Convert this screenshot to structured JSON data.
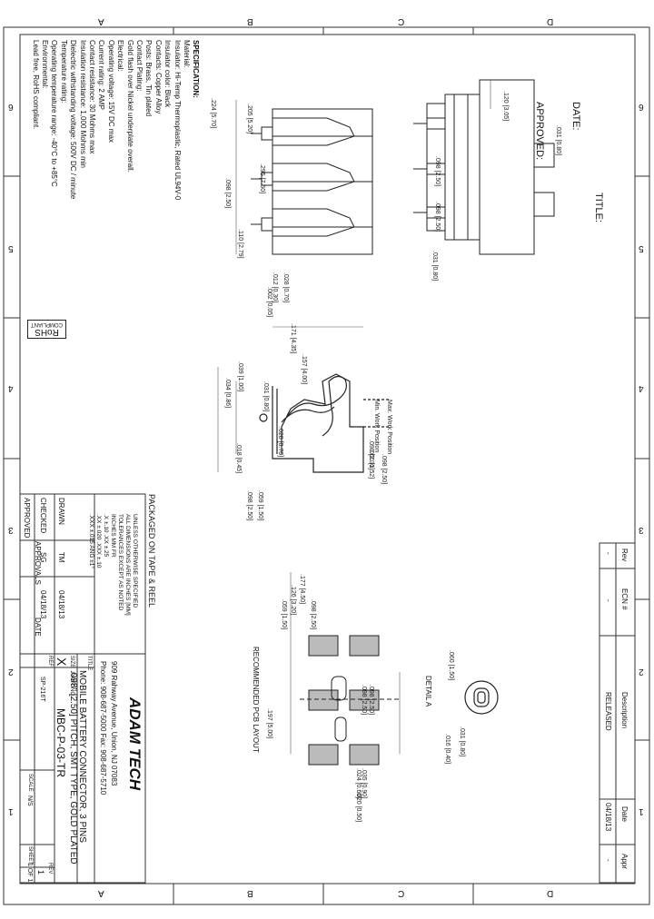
{
  "border": {
    "columns_top": [
      "D",
      "C",
      "B",
      "A"
    ],
    "columns_bottom": [
      "D",
      "C",
      "B",
      "A"
    ],
    "rows_left": [
      "6",
      "5",
      "4",
      "3",
      "2",
      "1"
    ],
    "rows_right": [
      "6",
      "5",
      "4",
      "3",
      "2",
      "1"
    ]
  },
  "approval": {
    "approved": "APPROVED:",
    "date": "DATE:",
    "title": "TITLE:"
  },
  "specification": {
    "heading": "SPECIFICATION:",
    "lines": [
      "Material:",
      "Insulator: Hi-Temp Thermoplastic, Rated UL94V-0",
      "Insulator color: Black",
      "Contacts: Copper Alloy",
      "Posts: Brass, Tin plated",
      "Contact Plating:",
      "Gold flash over Nickel underplate overall.",
      "Electrical:",
      "Operating voltage: 15V DC max",
      "Current rating: 2 AMP",
      "Contact resistance: 30 Mohms max",
      "Insulation resistance: 1,000 Mohms min",
      "Dielectric withstanding voltage: 500V DC / minute",
      "Temperature rating:",
      "Operating temperature range: -40°C to +85°C",
      "Environmental:",
      "Lead free, RoHS compliant."
    ]
  },
  "rohs": {
    "label": "RoHS",
    "sub": "COMPLIANT"
  },
  "packaged": "PACKAGED ON TAPE & REEL",
  "tolerance_note": [
    "UNLESS OTHERWISE SPECIFIED",
    "ALL DIMENSIONS ARE INCHES [MM]",
    "TOLERANCES EXCEPT AS NOTED",
    "INCHES      MM      FR",
    ".X    ±.10      .XX   ±.25",
    ".XX   ±.020     .XXX  ±.10",
    ".XXX  ±.015     ANG   ±1°"
  ],
  "approvals": {
    "headers": [
      "APPROVALS",
      "DATE"
    ],
    "rows": [
      {
        "label": "DRAWN",
        "name": "TM",
        "date": "04/18/13"
      },
      {
        "label": "CHECKED",
        "name": "SG",
        "date": "04/18/13"
      },
      {
        "label": "APPROVED",
        "name": "",
        "date": ""
      }
    ]
  },
  "company": {
    "name": "ADAM TECH",
    "address": "909 Rahway Avenue, Union, NJ 07083",
    "phone": "Phone: 908-687-5000 Fax: 908-687-5710"
  },
  "title_block": {
    "title_label": "TITLE",
    "title_line1": "MOBILE BATTERY CONNECTOR, 3 PINS",
    "title_line2": ".098\" [2.50] PITCH, SMT TYPE, GOLD PLATED",
    "size_label": "SIZE",
    "size": "X",
    "part_label": "PART NO.",
    "part_no": "MBC-P-03-TR",
    "rev_label": "REV",
    "rev": "1",
    "ref_label": "REF",
    "ref": "SP-216T",
    "scale_label": "SCALE",
    "scale": "N/S",
    "sheet_label": "SHEET",
    "sheet": "1 OF 1"
  },
  "revision_table": {
    "headers": [
      "Rev",
      "ECN #",
      "Description",
      "Date",
      "Appr"
    ],
    "row": [
      "-",
      "-",
      "RELEASED",
      "04/18/13",
      "-"
    ]
  },
  "views": {
    "detail_label": "DETAIL A",
    "pcb_label": "RECOMMENDED PCB LAYOUT",
    "work_pos_1": "Max. Work Position",
    "work_pos_2": "Min. Work Position"
  },
  "dims": {
    "top_left": [
      ".120 [3.05]",
      ".031 [0.80]",
      ".098 [2.50]",
      ".098 [2.50]",
      ".031 [0.80]"
    ],
    "front": [
      ".224 [5.70]",
      ".205 [5.20]",
      ".295 [7.50]",
      ".098 [2.50]",
      ".110 [2.79]",
      ".028 [0.70]",
      ".012 [0.30]",
      ".002 [0.05]"
    ],
    "side": [
      ".031 [0.80]",
      ".171 [4.35]",
      ".157 [4.00]",
      ".039 [1.00]",
      ".034 [0.86]",
      ".018 [0.45]",
      ".059 [1.50]",
      ".098 [2.50]",
      ".028 [0.70]",
      ".090 [2.30]",
      ".060 [1.52]",
      ".098 [2.50]"
    ],
    "detail": [
      ".060 [1.50]",
      ".031 [0.80]",
      ".016 [0.40]"
    ],
    "pcb": [
      ".177 [4.50]",
      ".126 [3.20]",
      ".059 [1.50]",
      ".098 [2.50]",
      ".098 [2.50]",
      ".098 [2.50]",
      ".035 [0.90]",
      ".024 [0.60]",
      ".020 [0.50]",
      ".197 [5.00]"
    ]
  }
}
